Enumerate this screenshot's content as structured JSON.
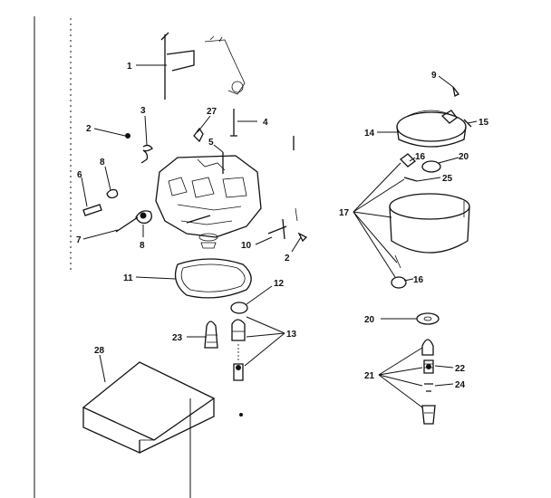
{
  "labels": {
    "l1": "1",
    "l2a": "2",
    "l3": "3",
    "l27": "27",
    "l4": "4",
    "l5": "5",
    "l6": "6",
    "l8a": "8",
    "l7": "7",
    "l8b": "8",
    "l10": "10",
    "l2b": "2",
    "l11": "11",
    "l12": "12",
    "l13": "13",
    "l23": "23",
    "l28": "28",
    "l9": "9",
    "l14": "14",
    "l15": "15",
    "l16a": "16",
    "l20a": "20",
    "l25": "25",
    "l17": "17",
    "l16b": "16",
    "l20b": "20",
    "l21": "21",
    "l22": "22",
    "l24": "24"
  }
}
